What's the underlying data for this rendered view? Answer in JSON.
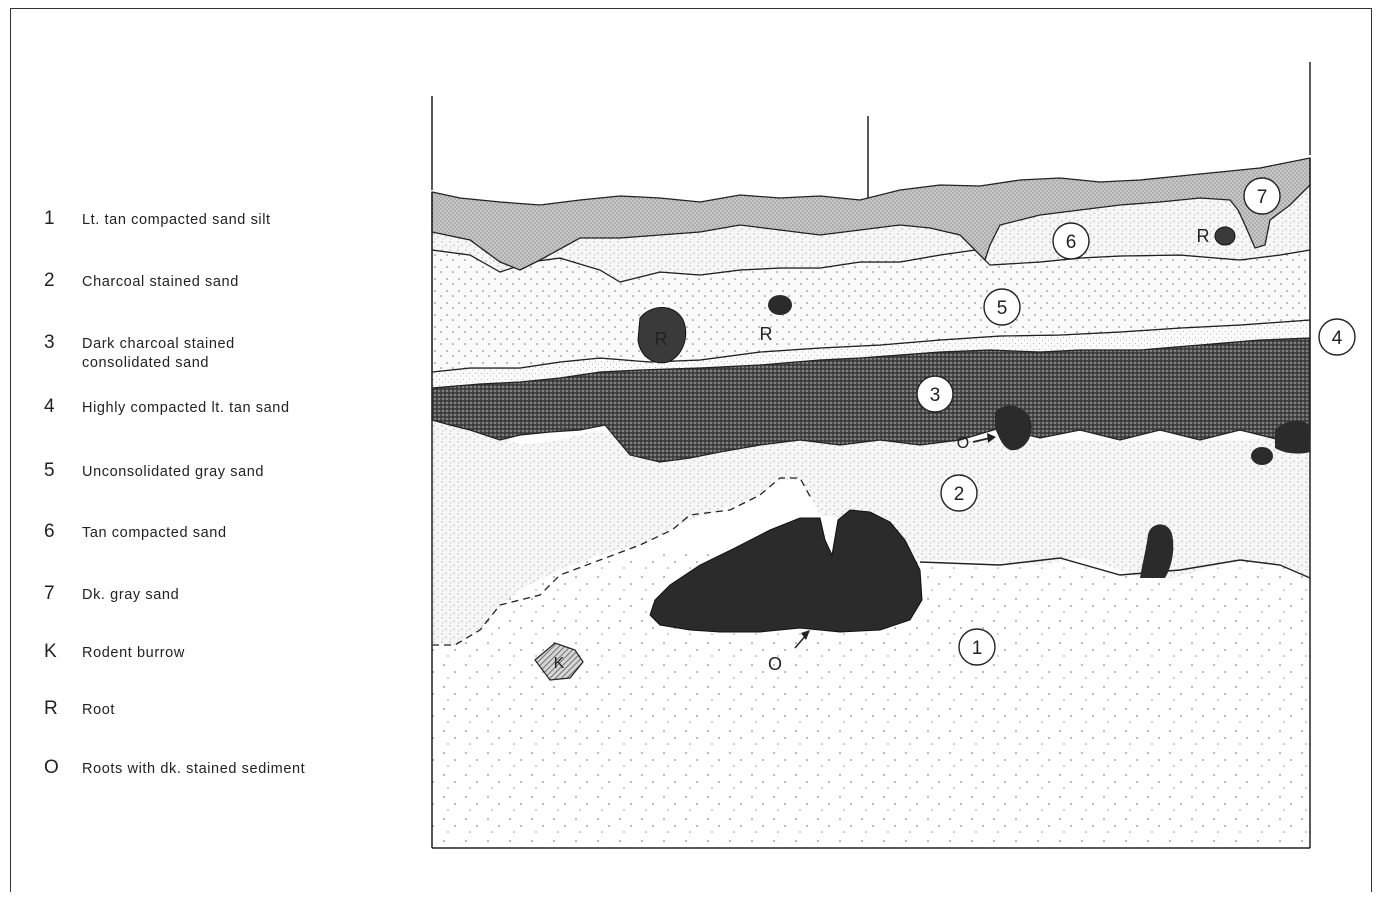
{
  "legend": [
    {
      "key": "1",
      "text": "Lt. tan compacted sand silt"
    },
    {
      "key": "2",
      "text": "Charcoal stained sand"
    },
    {
      "key": "3",
      "text": "Dark charcoal stained\nconsolidated sand"
    },
    {
      "key": "4",
      "text": "Highly compacted lt. tan sand"
    },
    {
      "key": "5",
      "text": "Unconsolidated gray sand"
    },
    {
      "key": "6",
      "text": "Tan compacted sand"
    },
    {
      "key": "7",
      "text": "Dk. gray sand"
    },
    {
      "key": "K",
      "text": "Rodent burrow"
    },
    {
      "key": "R",
      "text": "Root"
    },
    {
      "key": "O",
      "text": "Roots with dk. stained sediment"
    }
  ],
  "profile": {
    "layer_labels": [
      "1",
      "2",
      "3",
      "4",
      "5",
      "6",
      "7"
    ],
    "feature_labels": {
      "root": "R",
      "rodent_burrow": "K",
      "stained_roots": "O"
    }
  },
  "colors": {
    "ink": "#1a1a1a",
    "dark_fill": "#2e2e2e",
    "layer3": "#5a5a5a",
    "layer7": "#b9b9b9",
    "stipple": "#777777"
  }
}
